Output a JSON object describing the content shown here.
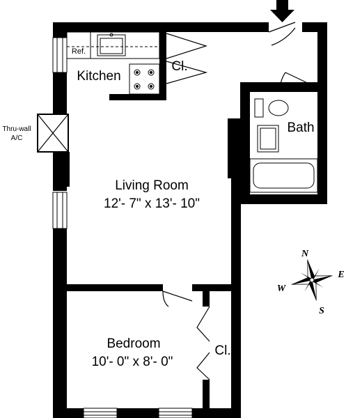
{
  "labels": {
    "kitchen": "Kitchen",
    "refrigerator": "Ref.",
    "closet_hall": "Cl.",
    "closet_bedroom": "Cl.",
    "bath": "Bath",
    "ac_line1": "Thru-wall",
    "ac_line2": "A/C",
    "living_room_name": "Living Room",
    "living_room_dims": "12'- 7\" x 13'- 10\"",
    "bedroom_name": "Bedroom",
    "bedroom_dims": "10'- 0\" x 8'- 0\""
  },
  "compass": {
    "north": "N",
    "south": "S",
    "east": "E",
    "west": "W"
  },
  "colors": {
    "wall": "#000000",
    "background": "#ffffff"
  }
}
